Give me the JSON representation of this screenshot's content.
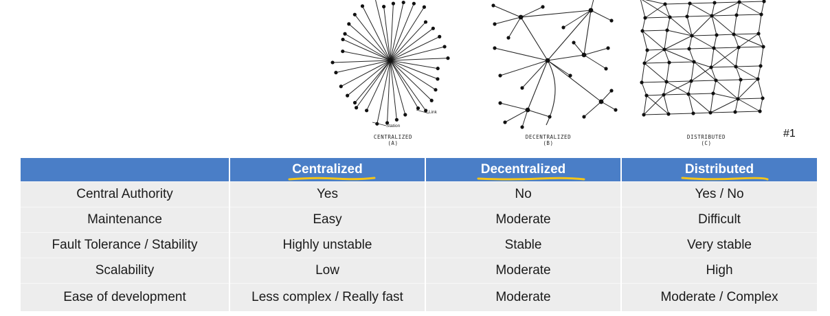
{
  "diagrams": {
    "centralized": {
      "caption_line1": "CENTRALIZED",
      "caption_line2": "(A)",
      "note_link": "Link",
      "note_station": "Station"
    },
    "decentralized": {
      "caption_line1": "DECENTRALIZED",
      "caption_line2": "(B)"
    },
    "distributed": {
      "caption_line1": "DISTRIBUTED",
      "caption_line2": "(C)"
    }
  },
  "slide_number": "#1",
  "table": {
    "headers": [
      "",
      "Centralized",
      "Decentralized",
      "Distributed"
    ],
    "header_highlight_color": "#f5c518",
    "header_color": "#4a7ec7",
    "rows": [
      [
        "Central Authority",
        "Yes",
        "No",
        "Yes / No"
      ],
      [
        "Maintenance",
        "Easy",
        "Moderate",
        "Difficult"
      ],
      [
        "Fault Tolerance / Stability",
        "Highly unstable",
        "Stable",
        "Very stable"
      ],
      [
        "Scalability",
        "Low",
        "Moderate",
        "High"
      ],
      [
        "Ease of development",
        "Less complex / Really fast",
        "Moderate",
        "Moderate / Complex"
      ]
    ]
  }
}
